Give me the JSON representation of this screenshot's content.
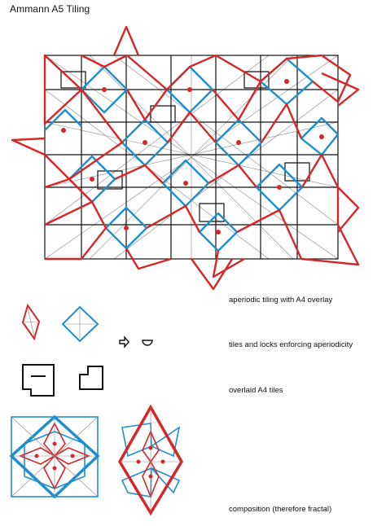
{
  "title": "Ammann A5 Tiling",
  "captions": {
    "overlay": "aperiodic tiling with A4 overlay",
    "locks": "tiles and locks enforcing aperiodicity",
    "a4": "overlaid A4 tiles",
    "composition": "composition (therefore fractal)"
  },
  "colors": {
    "rhomb": "#d62728",
    "square": "#1f8fd0",
    "a4_outline": "#111111",
    "thin_lines": "#777777"
  }
}
